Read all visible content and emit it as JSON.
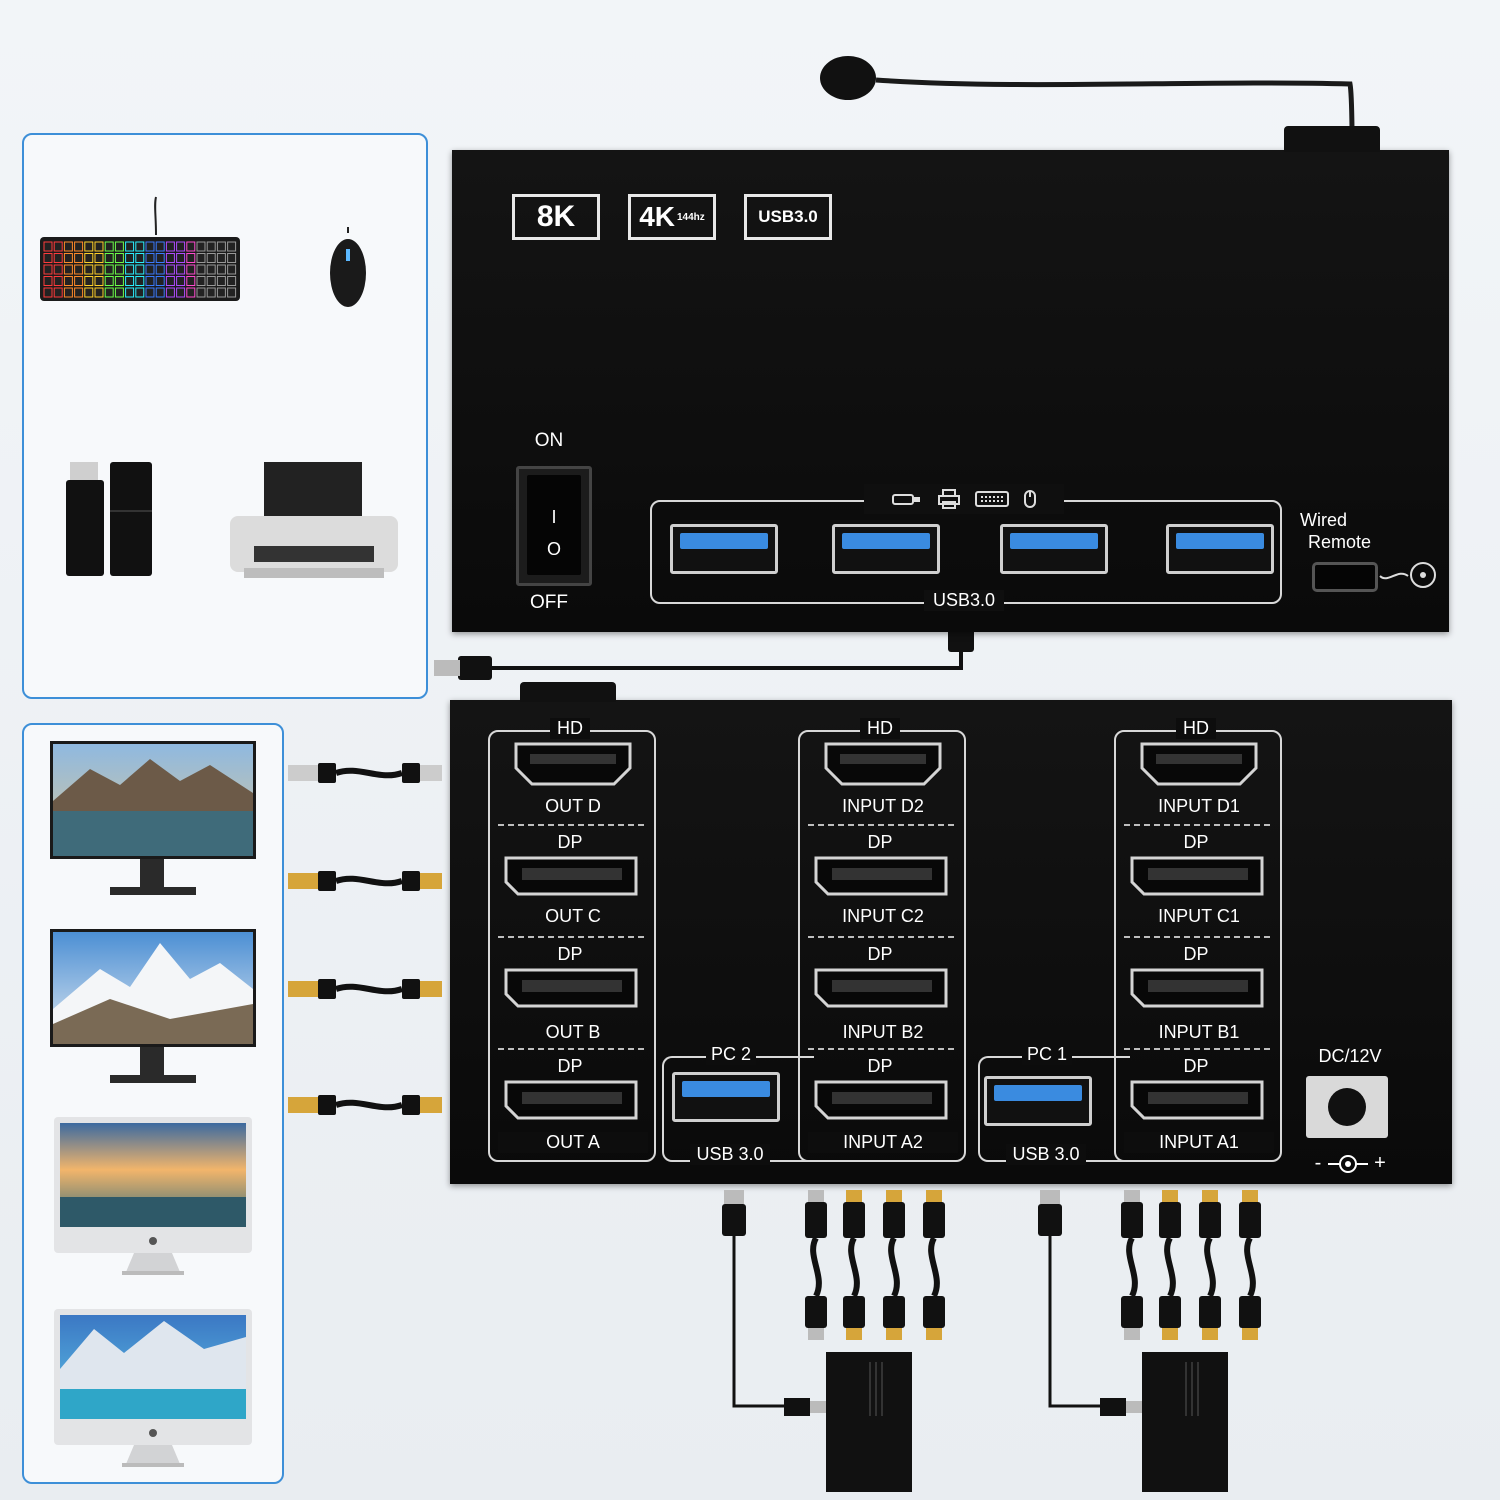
{
  "top_unit": {
    "badges": [
      "8K",
      "4K",
      "144hz",
      "USB3.0"
    ],
    "power": {
      "on": "ON",
      "off": "OFF",
      "one": "I",
      "zero": "O"
    },
    "usb_label": "USB3.0",
    "remote_label": [
      "Wired",
      "Remote"
    ],
    "icons": [
      "usb-stick-icon",
      "printer-icon",
      "keyboard-icon",
      "mouse-icon"
    ]
  },
  "bottom_unit": {
    "groups": [
      {
        "hd": "HD",
        "hd_label": "OUT D",
        "dp": [
          "DP",
          "DP",
          "DP"
        ],
        "dp_labels": [
          "OUT C",
          "OUT B",
          "OUT A"
        ]
      },
      {
        "hd": "HD",
        "hd_label": "INPUT D2",
        "dp": [
          "DP",
          "DP",
          "DP"
        ],
        "dp_labels": [
          "INPUT C2",
          "INPUT B2",
          "INPUT A2"
        ],
        "pc": "PC 2",
        "usb": "USB 3.0"
      },
      {
        "hd": "HD",
        "hd_label": "INPUT D1",
        "dp": [
          "DP",
          "DP",
          "DP"
        ],
        "dp_labels": [
          "INPUT C1",
          "INPUT B1",
          "INPUT A1"
        ],
        "pc": "PC 1",
        "usb": "USB 3.0"
      }
    ],
    "dc": "DC/12V",
    "polarity": [
      "-",
      "+"
    ]
  },
  "peripherals": [
    "keyboard",
    "mouse",
    "usb-drive",
    "printer"
  ],
  "monitors": [
    "monitor-1",
    "monitor-2",
    "imac-1",
    "imac-2"
  ],
  "colors": {
    "accent": "#3d8fd8",
    "usb_blue": "#3a8be0",
    "gold": "#d6a53a"
  }
}
